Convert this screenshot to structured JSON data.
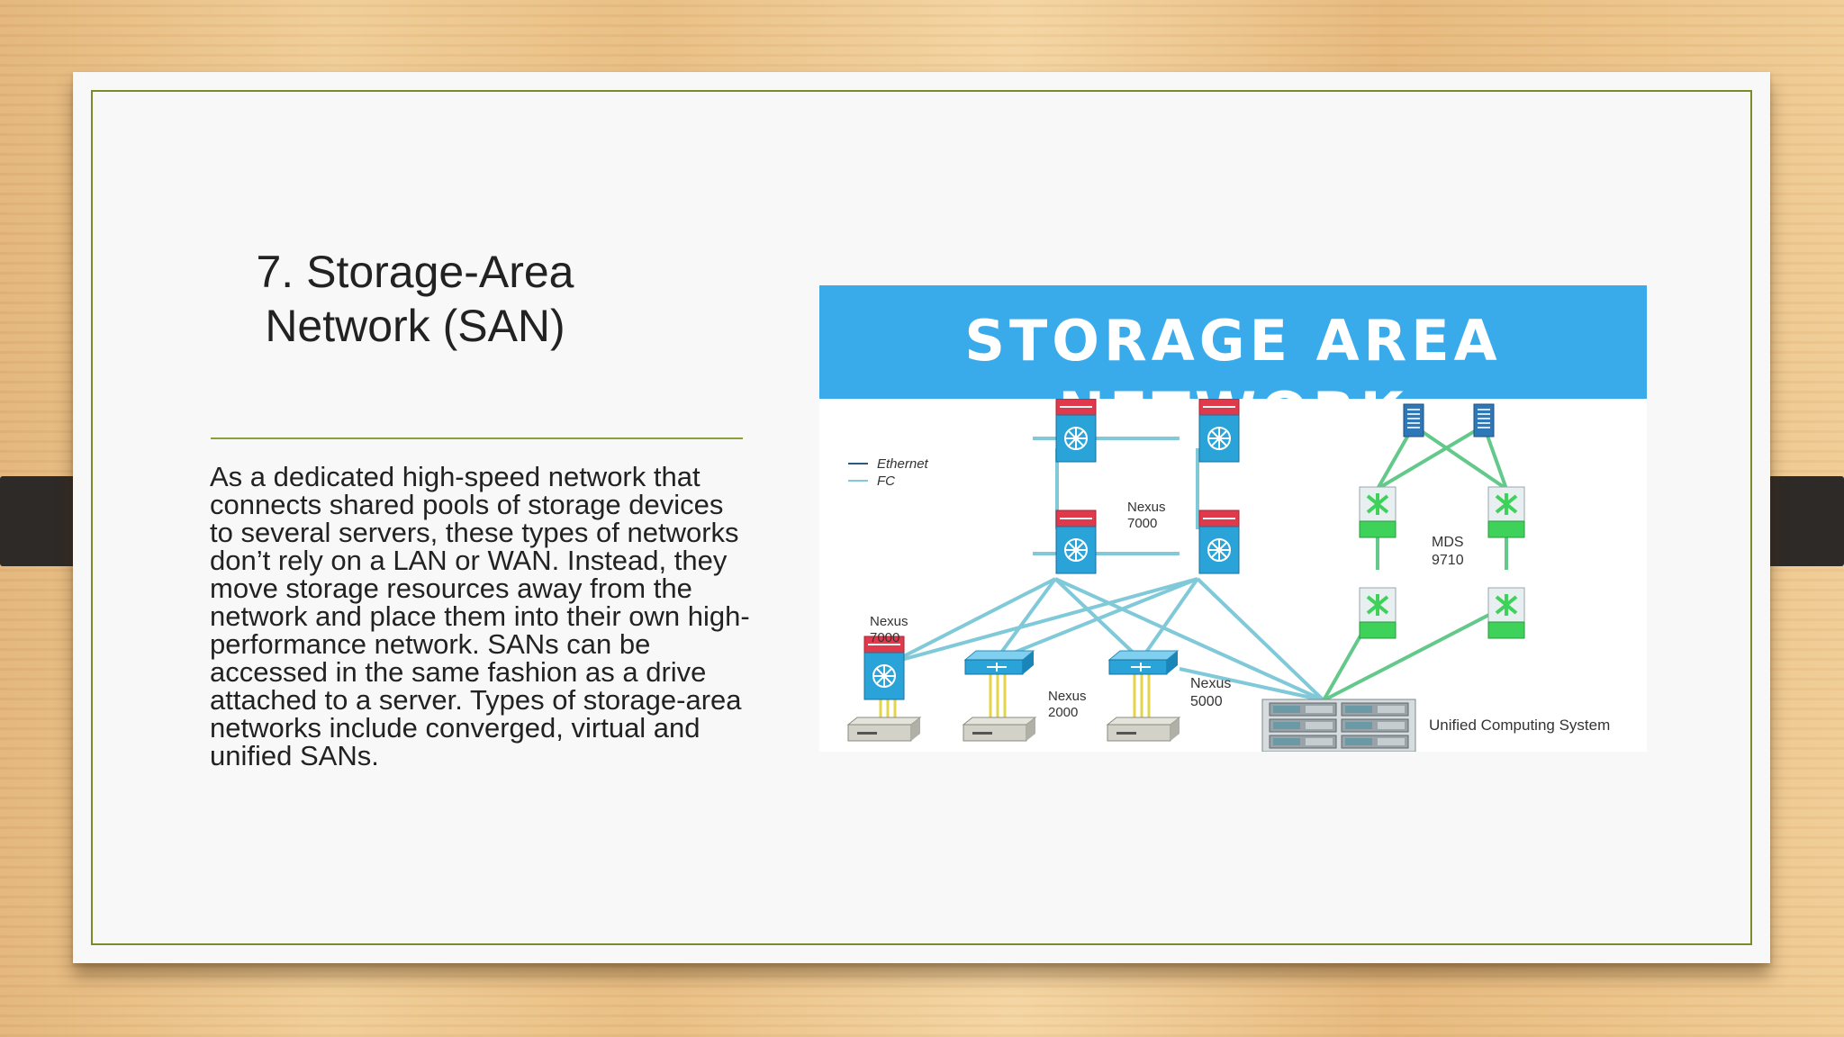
{
  "slide": {
    "title": "7. Storage-Area Network (SAN)",
    "body": "As a dedicated high-speed network that connects shared pools of storage devices to several servers, these types of networks don’t rely on a LAN or WAN. Instead, they move storage resources away from the network and place them into their own high-performance network. SANs can be accessed in the same fashion as a drive attached to a server. Types of storage-area networks include converged, virtual and unified SANs."
  },
  "figure": {
    "banner_title": "STORAGE AREA NETWORK",
    "legend": {
      "ethernet": "Ethernet",
      "fc": "FC"
    },
    "labels": {
      "nexus7000_core_line1": "Nexus",
      "nexus7000_core_line2": "7000",
      "nexus7000_edge_line1": "Nexus",
      "nexus7000_edge_line2": "7000",
      "nexus2000_line1": "Nexus",
      "nexus2000_line2": "2000",
      "nexus5000_line1": "Nexus",
      "nexus5000_line2": "5000",
      "mds_line1": "MDS",
      "mds_line2": "9710",
      "ucs": "Unified  Computing  System"
    },
    "colors": {
      "banner": "#3aabea",
      "ethernet_line": "#7fc9d9",
      "fc_line": "#63c98b",
      "router_red": "#e0394b",
      "switch_blue": "#2aa3d8",
      "mds_green": "#3fd25a",
      "frame_green": "#7a8c2a"
    },
    "icons": [
      "nexus-switch-icon",
      "mds-switch-icon",
      "fabric-extender-icon",
      "storage-array-icon",
      "server-icon",
      "ucs-chassis-icon"
    ]
  }
}
